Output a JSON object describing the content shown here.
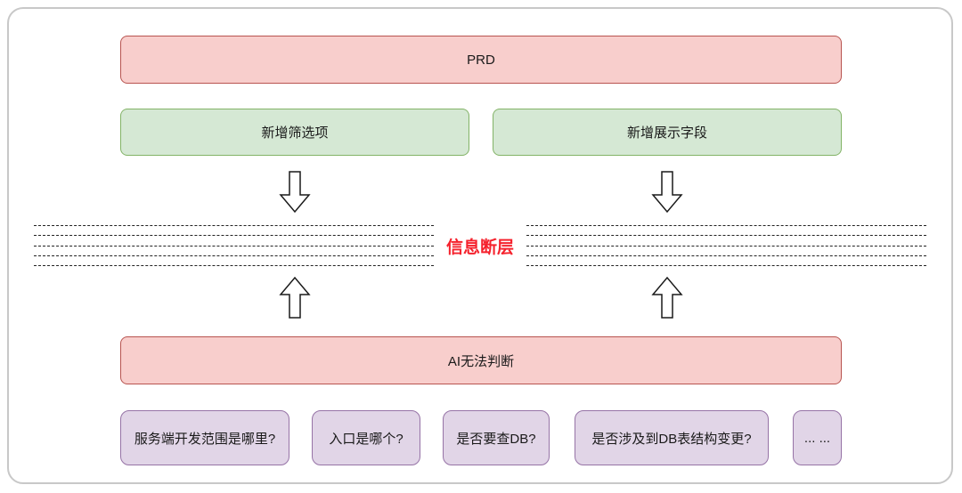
{
  "diagram": {
    "prd_label": "PRD",
    "branches": [
      "新增筛选项",
      "新增展示字段"
    ],
    "gap_label": "信息断层",
    "ai_label": "AI无法判断",
    "questions": [
      "服务端开发范围是哪里?",
      "入口是哪个?",
      "是否要查DB?",
      "是否涉及到DB表结构变更?",
      "... ..."
    ],
    "colors": {
      "red_fill": "#f8cecc",
      "red_stroke": "#b85450",
      "green_fill": "#d5e8d4",
      "green_stroke": "#82b366",
      "purple_fill": "#e1d5e7",
      "purple_stroke": "#9673a6",
      "gap_text": "#f5222d",
      "frame_stroke": "#c8c8c8"
    }
  }
}
